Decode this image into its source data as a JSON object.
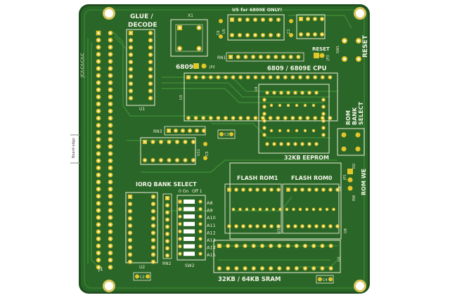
{
  "labels": {
    "glue": "GLUE /",
    "decode": "DECODE",
    "x1": "X1",
    "u5_note": "U5 for 6809E ONLY!",
    "reset": "RESET",
    "reset_big": "RESET",
    "sw1": "SW1",
    "jp3": "JP3",
    "rn1": "RN1",
    "cpu_title": "6809 / 6809E CPU",
    "jp2_label": "6809",
    "jp2": "JP2",
    "u1": "U1",
    "u3": "U3",
    "u4": "U4",
    "u11": "U11",
    "rn3": "RN3",
    "c3": "C3",
    "c5": "C5",
    "c6": "C6",
    "c1": "C1",
    "u5": "U5",
    "rom_bank_1": "ROM",
    "rom_bank_2": "BANK",
    "rom_bank_3": "SELECT",
    "eeprom": "32KB EEPROM",
    "flash1": "FLASH ROM1",
    "flash0": "FLASH ROM0",
    "rom_we": "ROM WE",
    "ro": "RO",
    "rw": "RW",
    "u8": "U8",
    "u9": "U9",
    "u10": "U10",
    "jp1": "JP1",
    "irq": "IORQ BANK SELECT",
    "on": "0 On",
    "off": "Off 1",
    "rn2": "RN2",
    "sw2": "SW2",
    "u2": "U2",
    "c2": "C2",
    "c4": "C4",
    "u7": "U7",
    "sram": "32KB / 64KB SRAM",
    "j1": "J1",
    "conn_side": "JC/LC/LC/LC",
    "board_edge": "Board edge"
  },
  "address_lines": [
    "A8",
    "A9",
    "A10",
    "A11",
    "A12",
    "A13",
    "A14",
    "A15"
  ],
  "colors": {
    "board": "#245d22",
    "copper": "#2f7a2b",
    "trace": "#3a8a35",
    "pad": "#e3c62a",
    "silk": "#f3f3e8"
  }
}
